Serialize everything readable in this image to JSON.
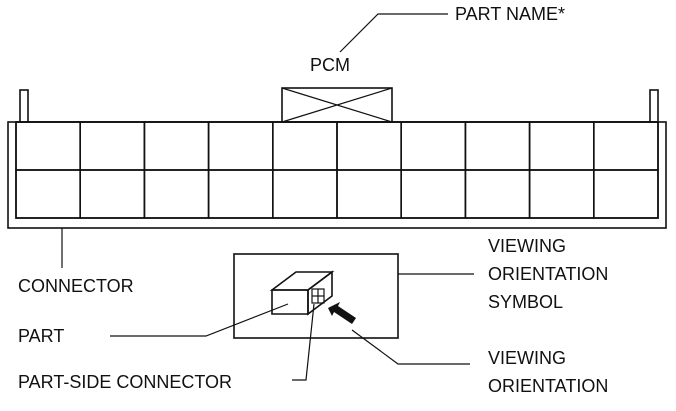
{
  "labels": {
    "part_name": "PART NAME*",
    "pcm": "PCM",
    "connector": "CONNECTOR",
    "part": "PART",
    "part_side_connector": "PART-SIDE CONNECTOR",
    "viewing_orientation_symbol": [
      "VIEWING",
      "ORIENTATION",
      "SYMBOL"
    ],
    "viewing_orientation": [
      "VIEWING",
      "ORIENTATION"
    ]
  },
  "connector_grid": {
    "rows": 2,
    "columns": 10
  },
  "colors": {
    "line": "#111111",
    "background": "#ffffff"
  }
}
